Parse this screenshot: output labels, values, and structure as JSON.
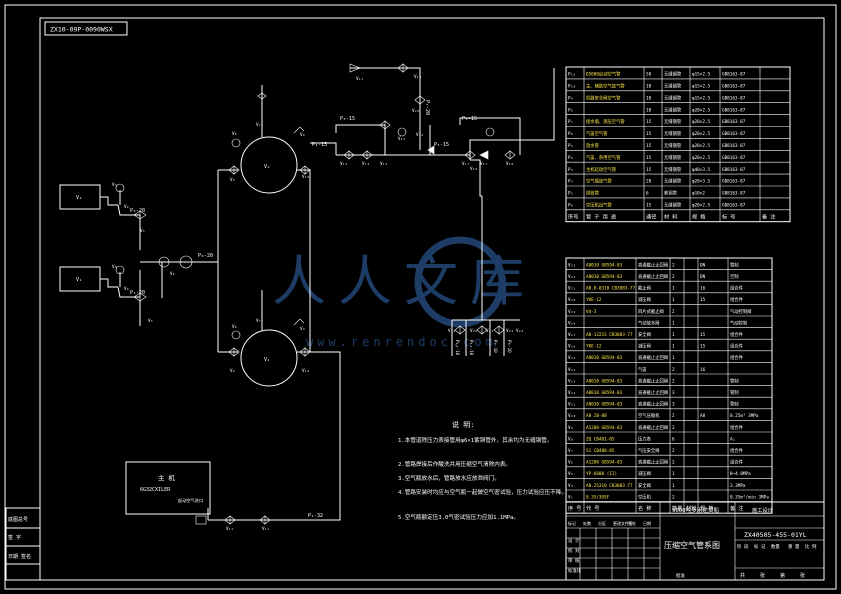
{
  "drawing_code": "ZX10-09P-0090WSX",
  "watermark": {
    "brand": "人人文库",
    "url": "www.renrendoc.com"
  },
  "notes": {
    "title": "说 明:",
    "items": [
      "1.本管道除压力表接管用φ6×1紫铜管外，其余均为无缝钢管。",
      "2.管路焊接后作酸洗并用压缩空气清除内表。",
      "3.空气瓶放水后，管路放水应放泄阀门。",
      "4.管路安装时均应与空气瓶一起做空气密试验，压力试验应压不降。",
      "5.空气瓶额定压3.0气密试验压力应加1.1MPa。"
    ]
  },
  "engine": {
    "title": "主 机",
    "model": "6G32CXILER",
    "port": "起动空气进口"
  },
  "pipe_table": {
    "header": [
      "序号",
      "管 子 用 途",
      "通径",
      "材 料",
      "规 格",
      "标 号",
      "备 注"
    ],
    "rows": [
      [
        "P₁₁",
        "D5000启动空气管",
        "50",
        "无缝钢管",
        "φ15×2.5",
        "GB8163-87",
        ""
      ],
      [
        "P₁₀",
        "主、辅助空气放气管",
        "10",
        "无缝钢管",
        "φ15×2.5",
        "GB8163-87",
        ""
      ],
      [
        "P₉",
        "机器安全阀空气管",
        "10",
        "无缝钢管",
        "φ15×2.5",
        "GB8163-87",
        ""
      ],
      [
        "P₈",
        "",
        "10",
        "无缝钢管",
        "φ20×2.5",
        "GB8163-87",
        ""
      ],
      [
        "P₇",
        "接水瓶、测压空气管",
        "15",
        "无缝钢管",
        "φ20×2.5",
        "GB8163-87",
        ""
      ],
      [
        "P₆",
        "气笛空气管",
        "15",
        "无缝钢管",
        "φ20×2.5",
        "GB8163-87",
        ""
      ],
      [
        "P₅",
        "放水管",
        "15",
        "无缝钢管",
        "φ20×2.5",
        "GB8163-87",
        ""
      ],
      [
        "P₄",
        "气笛、杂用空气管",
        "15",
        "无缝钢管",
        "φ20×2.5",
        "GB8163-87",
        ""
      ],
      [
        "P₃",
        "主机起动空气管",
        "15",
        "无缝钢管",
        "φ40×3.5",
        "GB8163-87",
        ""
      ],
      [
        "P₂",
        "空气瓶放气管",
        "20",
        "无缝钢管",
        "φ28×3.5",
        "GB8163-87",
        ""
      ],
      [
        "P₁",
        "排放管",
        "6",
        "紫铜管",
        "φ10×2",
        "GB8163-87",
        ""
      ],
      [
        "P₀",
        "空压机出气管",
        "15",
        "无缝钢管",
        "φ20×2.5",
        "GB8163-87",
        ""
      ]
    ]
  },
  "valve_table": {
    "header": [
      "序 号",
      "代 号",
      "名 称",
      "数量",
      "材料",
      "规 格",
      "备 注"
    ],
    "rows": [
      [
        "V₂₃",
        "A8010 GB594-83",
        "直通截止止回阀",
        "2",
        "",
        "DN",
        "管制"
      ],
      [
        "V₂₂",
        "A8010 GB594-83",
        "直通截止止回阀",
        "2",
        "",
        "DN",
        "空制"
      ],
      [
        "V₂₁",
        "AB.8-0318 CB3083-77",
        "截止阀",
        "1",
        "",
        "16",
        "组合件"
      ],
      [
        "V₂₀",
        "YKE-12",
        "减压阀",
        "1",
        "",
        "15",
        "组合件"
      ],
      [
        "V₁₉",
        "Vd-3",
        "四片式截止阀",
        "2",
        "",
        "",
        "气动控制阀"
      ],
      [
        "V₁₈",
        "",
        "气动放水阀",
        "1",
        "",
        "",
        "气动控制"
      ],
      [
        "V₁₇",
        "AB-1221S CB3083-77",
        "安全阀",
        "1",
        "",
        "15",
        "组合件"
      ],
      [
        "V₁₆",
        "YKE-12",
        "减压阀",
        "1",
        "",
        "15",
        "组合件"
      ],
      [
        "V₁₅",
        "A8010 GB594-83",
        "直通截止止回阀",
        "1",
        "",
        "",
        "组合件"
      ],
      [
        "V₁₄",
        "",
        "气笛",
        "2",
        "",
        "16",
        ""
      ],
      [
        "V₁₃",
        "A8010 GB594-83",
        "直通截止止回阀",
        "2",
        "",
        "",
        "管制"
      ],
      [
        "V₁₂",
        "A8010 GB594-83",
        "直通截止止回阀",
        "3",
        "",
        "",
        "管制"
      ],
      [
        "V₁₁",
        "A8010 GB594-83",
        "直通截止止回阀",
        "3",
        "",
        "",
        "管制"
      ],
      [
        "V₁₀",
        "A8 28-88",
        "空气压缩机",
        "2",
        "",
        "A8",
        "0.25m³ 3MPa"
      ],
      [
        "V₉",
        "A1200 GB594-83",
        "直通截止止回阀",
        "2",
        "",
        "",
        "组合件"
      ],
      [
        "V₈",
        "ZQ CB481-85",
        "压力表",
        "6",
        "",
        "",
        "A₁"
      ],
      [
        "V₇",
        "S1 CB480-85",
        "气压安全阀",
        "2",
        "",
        "",
        "组合件"
      ],
      [
        "V₆",
        "A1200 GB594-83",
        "直通截止止回阀",
        "2",
        "",
        "",
        "组合件"
      ],
      [
        "V₅",
        "YP-6600 (II)",
        "减压阀",
        "1",
        "",
        "",
        "0~4.0MPa"
      ],
      [
        "V₄",
        "AB.2S310 CB3083-77",
        "安全阀",
        "1",
        "",
        "",
        "3.3MPa"
      ],
      [
        "V₁",
        "0.35/3OSF",
        "空压机",
        "2",
        "",
        "",
        "0.35m³/min 3MPa"
      ]
    ]
  },
  "title_block": {
    "project": "9000吨多用途货船",
    "drawing_title": "压缩空气管系图",
    "drawing_no": "ZX40505-455-01YL",
    "stage": "施工设计",
    "stage_row": [
      "阶 段",
      "标 记",
      "数量",
      "重 量",
      "比 例"
    ],
    "sheet": [
      "共",
      "张",
      "第",
      "张"
    ],
    "roles": [
      "设 计",
      "校 对",
      "审 核",
      "标准化"
    ],
    "revision_header": [
      "标记",
      "处数",
      "分区",
      "更改文件号",
      "签名",
      "日期"
    ],
    "scale_note": "批准"
  },
  "left_margin": [
    "底图总号",
    "签 字",
    "日期 签名"
  ],
  "labels": {
    "pipes": {
      "p20a": "P₀-20",
      "p20b": "P₂-20",
      "p20c": "P₀-20",
      "p15a": "P₃-15",
      "p15b": "P₄-15",
      "p15c": "P₅-15",
      "p15d": "P₆-15",
      "p32": "P₁-32",
      "p20h": "P₇-20",
      "p10a": "P₁₀-10",
      "p10b": "P₁₁-10",
      "p10c": "P₉-10",
      "p10d": "P₈-10"
    },
    "tanks": {
      "t1": "V₂",
      "t2": "V₂",
      "c1": "V₁",
      "c2": "V₁"
    },
    "valves": {
      "a1": "V₃",
      "a2": "V₃",
      "a3": "V₄",
      "a4": "V₄",
      "a5": "V₅",
      "a6": "V₅",
      "a7": "V₆",
      "b1": "V₉",
      "b2": "V₈",
      "b3": "V₇",
      "b4": "V₁₀",
      "b5": "V₉",
      "b6": "V₈",
      "b7": "V₇",
      "b8": "V₁₀",
      "b9": "V₉",
      "b10": "V₉",
      "c1": "V₁₂",
      "c2": "V₁₃",
      "c3": "V₁₄",
      "c4": "V₁₅",
      "c5": "V₁₆",
      "c6": "V₁₇",
      "c7": "V₁₇",
      "c8": "V₁₈",
      "d1": "V₁₉",
      "d2": "V₂₀",
      "d3": "V₂₁",
      "d4": "V₂₂",
      "d5": "V₂₃",
      "e1": "V₁₁",
      "e2": "V₁₁",
      "horn": "V₁₇",
      "hv": "V₁₈",
      "tr1": "V₁₉",
      "tr2": "V₂₀"
    }
  }
}
